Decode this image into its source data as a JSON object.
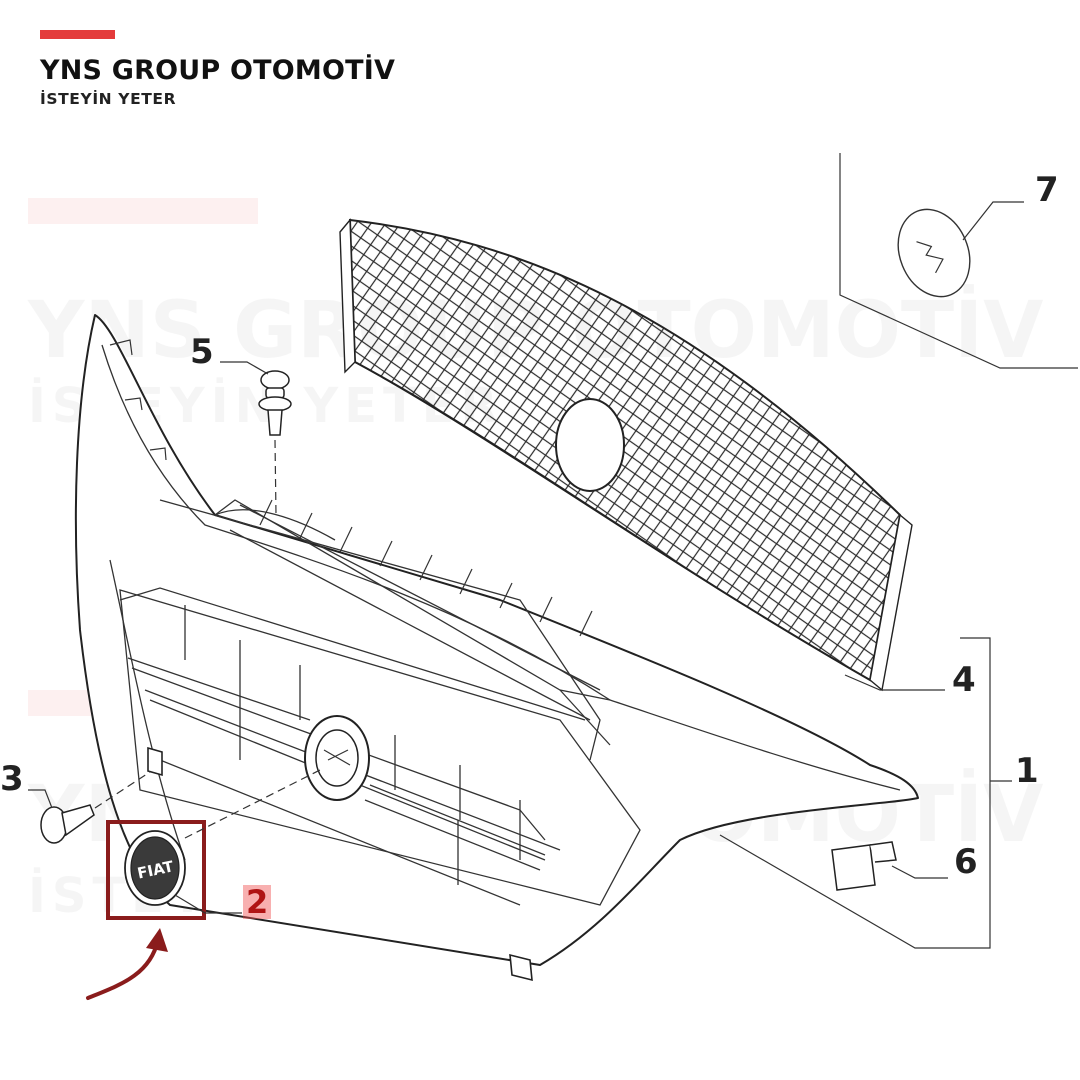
{
  "brand": {
    "title": "YNS GROUP OTOMOTİV",
    "tagline": "İSTEYİN YETER",
    "accent_color": "#e43b3b"
  },
  "watermark": {
    "line1": "YNS GROUP OTOMOTİV",
    "line2": "İSTEYİN YETER"
  },
  "callouts": [
    "1",
    "2",
    "3",
    "4",
    "5",
    "6",
    "7"
  ],
  "highlight": {
    "part": "2",
    "box_color": "#8a1c1c",
    "arrow_color": "#8a1c1c",
    "emblem_text": "FIAT"
  }
}
